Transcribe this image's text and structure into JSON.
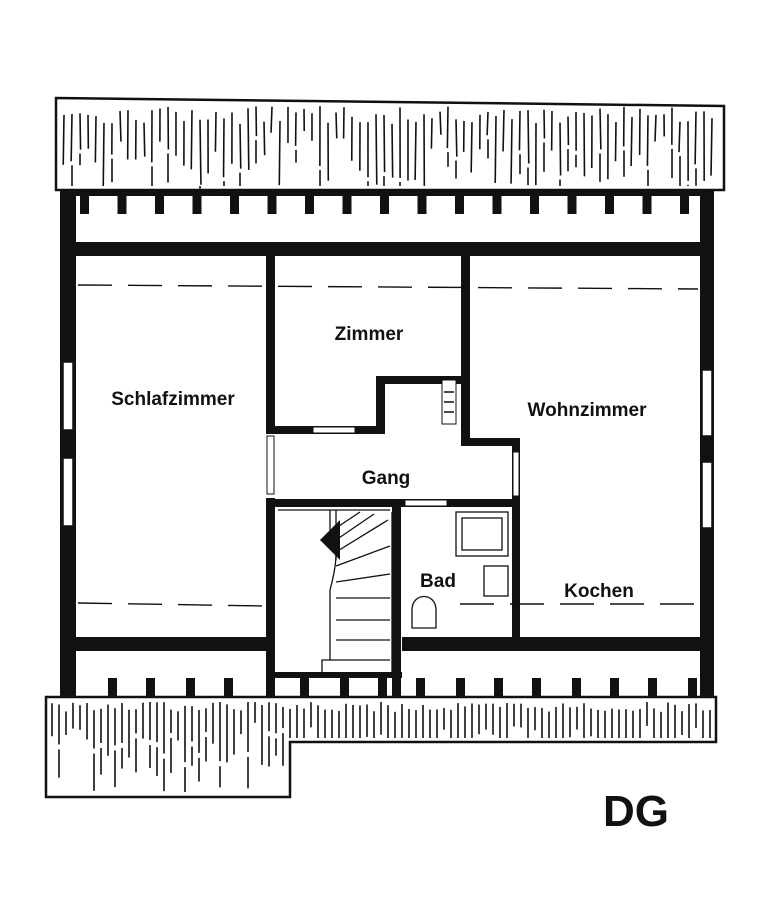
{
  "floor_label": "DG",
  "rooms": {
    "schlafzimmer": "Schlafzimmer",
    "zimmer": "Zimmer",
    "wohnzimmer": "Wohnzimmer",
    "gang": "Gang",
    "bad": "Bad",
    "kochen": "Kochen"
  },
  "colors": {
    "ink": "#111111",
    "paper": "#ffffff"
  }
}
